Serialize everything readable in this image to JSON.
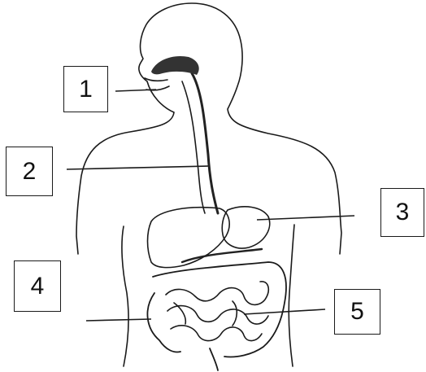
{
  "labels": [
    {
      "id": "1",
      "text": "1"
    },
    {
      "id": "2",
      "text": "2"
    },
    {
      "id": "3",
      "text": "3"
    },
    {
      "id": "4",
      "text": "4"
    },
    {
      "id": "5",
      "text": "5"
    }
  ],
  "colors": {
    "ink": "#1a1a1a",
    "shade": "#333333",
    "paper": "#ffffff"
  }
}
